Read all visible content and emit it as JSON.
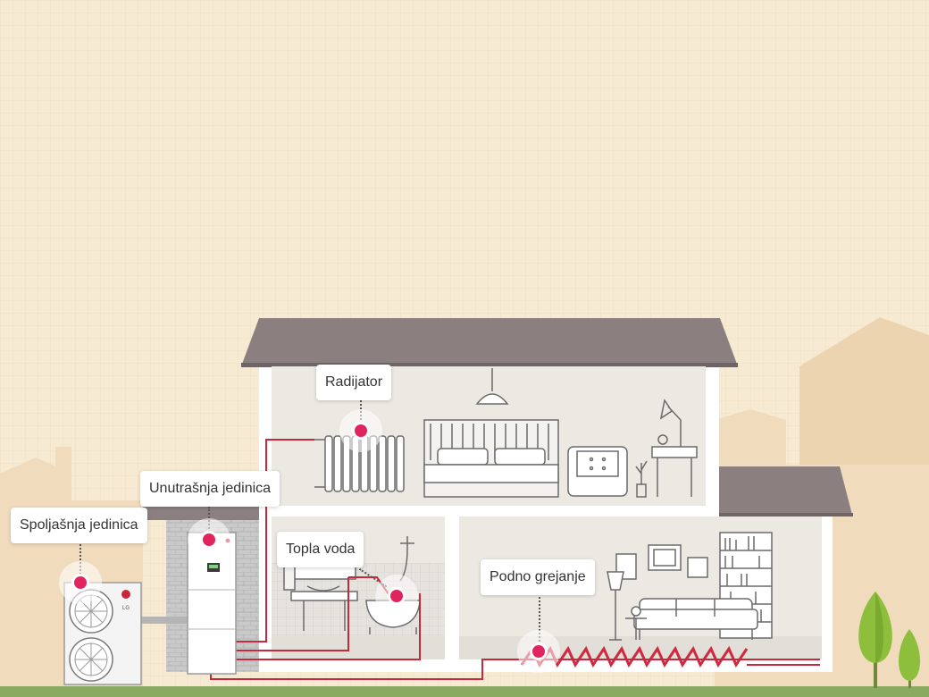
{
  "labels": {
    "outdoor_unit": "Spoljašnja jedinica",
    "indoor_unit": "Unutrašnja jedinica",
    "radiator": "Radijator",
    "hot_water": "Topla voda",
    "floor_heating": "Podno grejanje"
  },
  "brand": {
    "logo_text": "LG"
  },
  "colors": {
    "background": "#f6ead2",
    "roof": "#8b7f80",
    "wall": "#ffffff",
    "room": "#ece8e2",
    "pipe": "#c8283c",
    "hotspot": "#e0245e",
    "ground": "#8aaa62",
    "tree": "#8dbe3c"
  }
}
